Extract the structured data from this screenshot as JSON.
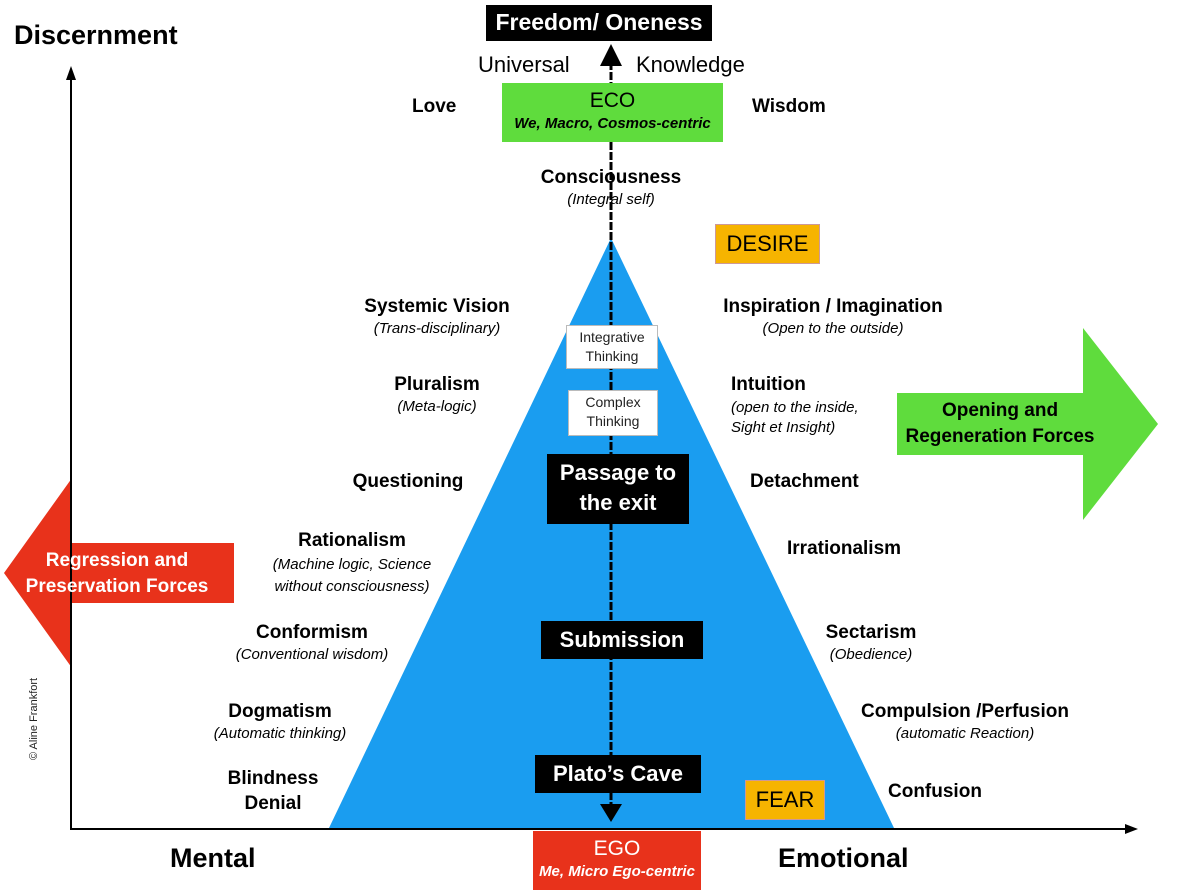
{
  "top": {
    "freedom": "Freedom/ Oneness",
    "universal": "Universal",
    "knowledge": "Knowledge"
  },
  "eco": {
    "title": "ECO",
    "subtitle": "We, Macro, Cosmos-centric"
  },
  "ego": {
    "title": "EGO",
    "subtitle": "Me, Micro Ego-centric"
  },
  "axes": {
    "y_label": "Discernment",
    "x_left": "Mental",
    "x_right": "Emotional"
  },
  "center": {
    "love": "Love",
    "wisdom": "Wisdom",
    "consciousness": "Consciousness",
    "consciousness_sub": "(Integral self)",
    "desire": "DESIRE",
    "fear": "FEAR",
    "integrative": "Integrative Thinking",
    "complex": "Complex Thinking",
    "passage": "Passage to the exit",
    "submission": "Submission",
    "platos_cave": "Plato’s Cave"
  },
  "left_items": [
    {
      "title": "Systemic Vision",
      "sub": "(Trans-disciplinary)"
    },
    {
      "title": "Pluralism",
      "sub": "(Meta-logic)"
    },
    {
      "title": "Questioning",
      "sub": ""
    },
    {
      "title": "Rationalism",
      "sub": "(Machine logic, Science without consciousness)"
    },
    {
      "title": "Conformism",
      "sub": "(Conventional wisdom)"
    },
    {
      "title": "Dogmatism",
      "sub": "(Automatic thinking)"
    },
    {
      "title": "Blindness",
      "sub": "Denial"
    }
  ],
  "right_items": [
    {
      "title": "Inspiration / Imagination",
      "sub": "(Open to the outside)"
    },
    {
      "title": "Intuition",
      "sub": "(open to the inside, Sight et Insight)"
    },
    {
      "title": "Detachment",
      "sub": ""
    },
    {
      "title": "Irrationalism",
      "sub": ""
    },
    {
      "title": "Sectarism",
      "sub": "(Obedience)"
    },
    {
      "title": "Compulsion /Perfusion",
      "sub": "(automatic Reaction)"
    },
    {
      "title": "Confusion",
      "sub": ""
    }
  ],
  "forces": {
    "left": "Regression and Preservation Forces",
    "right": "Opening and Regeneration Forces"
  },
  "copyright": "©  Aline Frankfort",
  "colors": {
    "pyramid": "#1a9df0",
    "green": "#5fdc3d",
    "red": "#e8321b",
    "yellow": "#f6b400",
    "black": "#000000"
  }
}
